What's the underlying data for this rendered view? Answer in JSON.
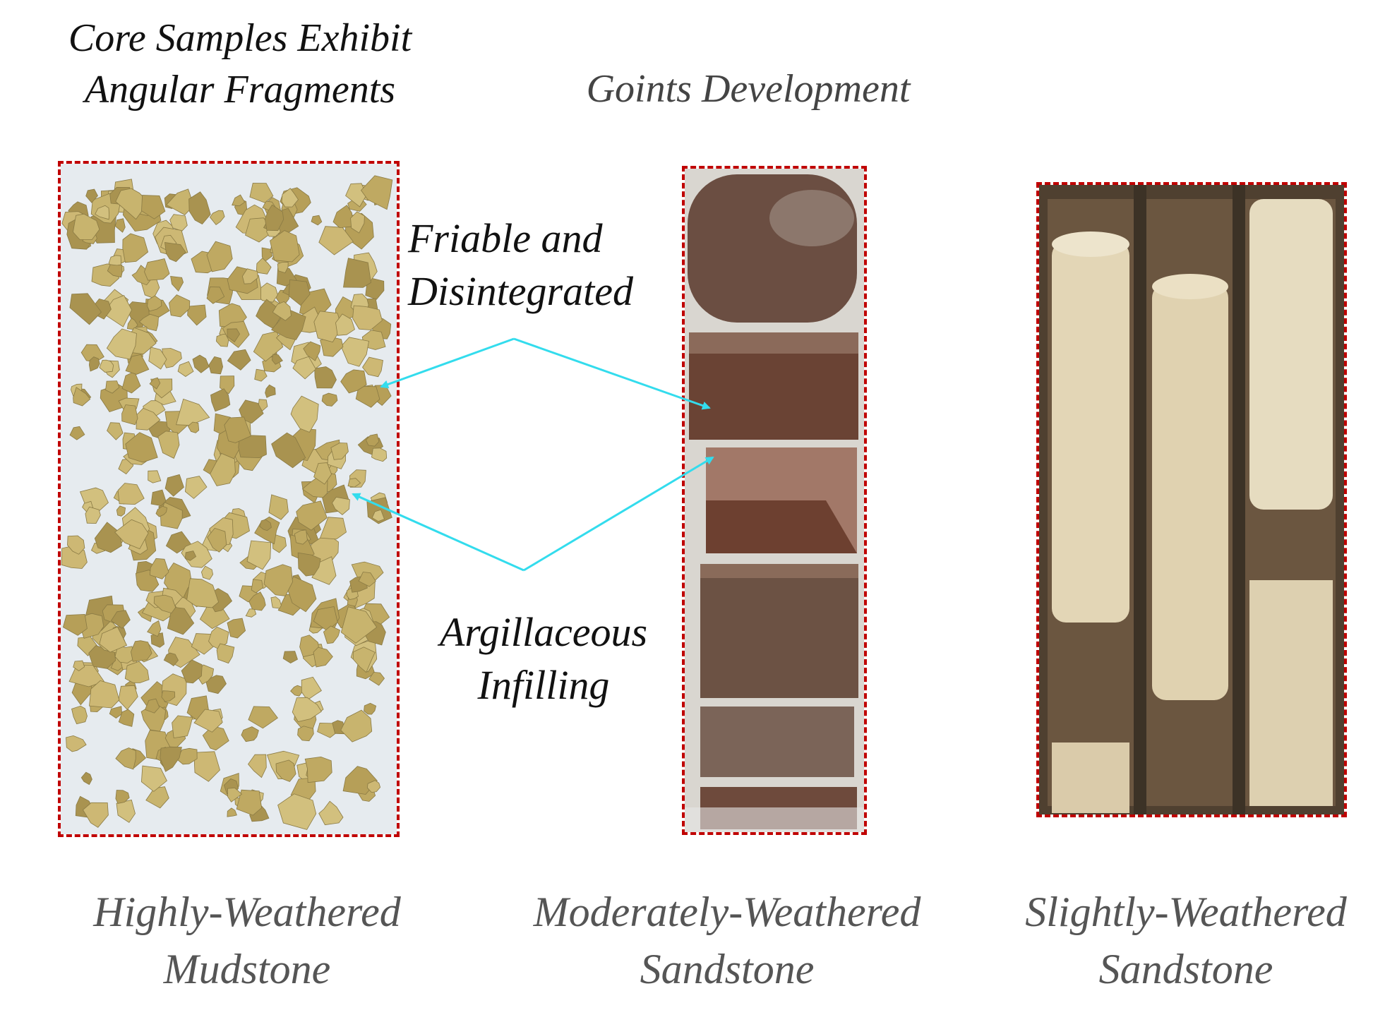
{
  "headings": {
    "fragments": [
      "Core Samples Exhibit",
      "Angular Fragments"
    ],
    "joints": "Goints Development"
  },
  "annotations": {
    "friable": [
      "Friable and",
      "Disintegrated"
    ],
    "argillaceous": [
      "Argillaceous",
      "Infilling"
    ]
  },
  "captions": {
    "highly": [
      "Highly-Weathered",
      "Mudstone"
    ],
    "moderately": [
      "Moderately-Weathered",
      "Sandstone"
    ],
    "slightly": [
      "Slightly-Weathered",
      "Sandstone"
    ]
  },
  "colors": {
    "frame": "#c00000",
    "arrow": "#33dced",
    "mudstone": "#c8b46e",
    "moderate_core": "#7a5a48",
    "slight_core": "#e3d6b6",
    "tray": "#4f4030"
  }
}
